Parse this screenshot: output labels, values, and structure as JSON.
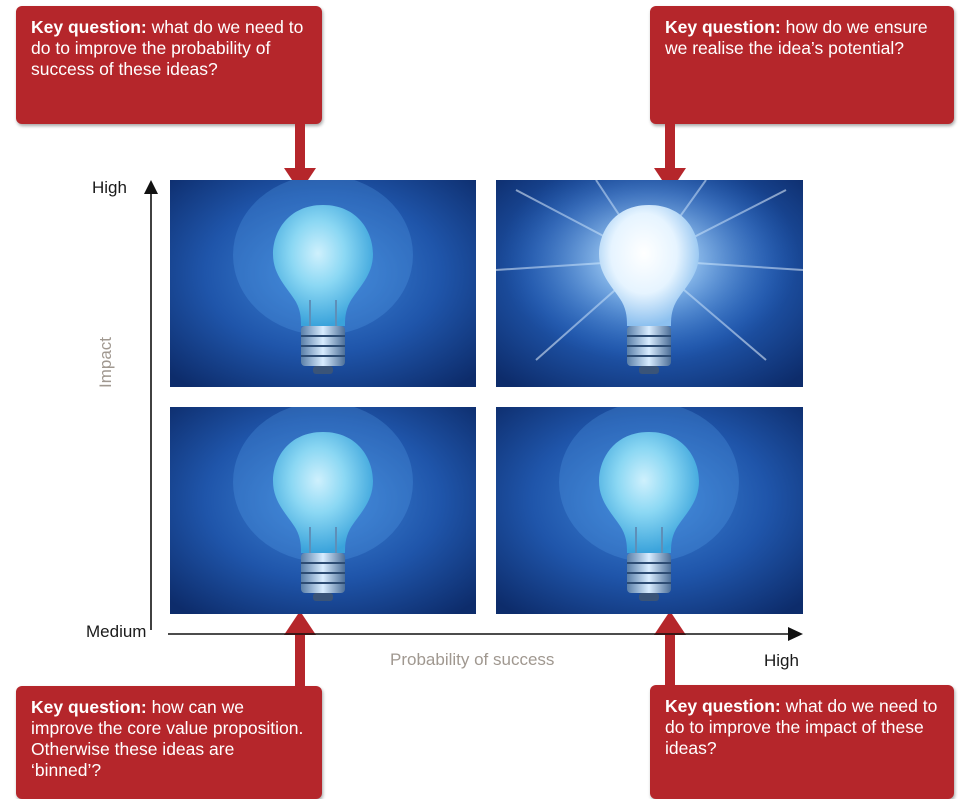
{
  "callouts": {
    "top_left": {
      "prefix": "Key question:",
      "text": " what do we need to do to improve the probability of success of these ideas?"
    },
    "top_right": {
      "prefix": "Key question:",
      "text": " how do we ensure we realise the idea’s potential?"
    },
    "bottom_left": {
      "prefix": "Key question:",
      "text": " how can we improve the core value proposition. Otherwise these ideas are ‘binned’?"
    },
    "bottom_right": {
      "prefix": "Key question:",
      "text": " what do we need to do to improve the impact of these ideas?"
    }
  },
  "axes": {
    "y_high": "High",
    "y_low": "Medium",
    "y_title": "Impact",
    "x_high": "High",
    "x_title": "Probability of success"
  },
  "quadrants": [
    {
      "name": "low-probability-high-impact",
      "icon": "lightbulb-dim"
    },
    {
      "name": "high-probability-high-impact",
      "icon": "lightbulb-bright"
    },
    {
      "name": "low-probability-medium-impact",
      "icon": "lightbulb-dim"
    },
    {
      "name": "high-probability-medium-impact",
      "icon": "lightbulb-dim"
    }
  ],
  "colors": {
    "callout": "#b5262b",
    "panel_bg": "#1f4f9e",
    "axis": "#111111",
    "axis_title": "#a09890"
  }
}
